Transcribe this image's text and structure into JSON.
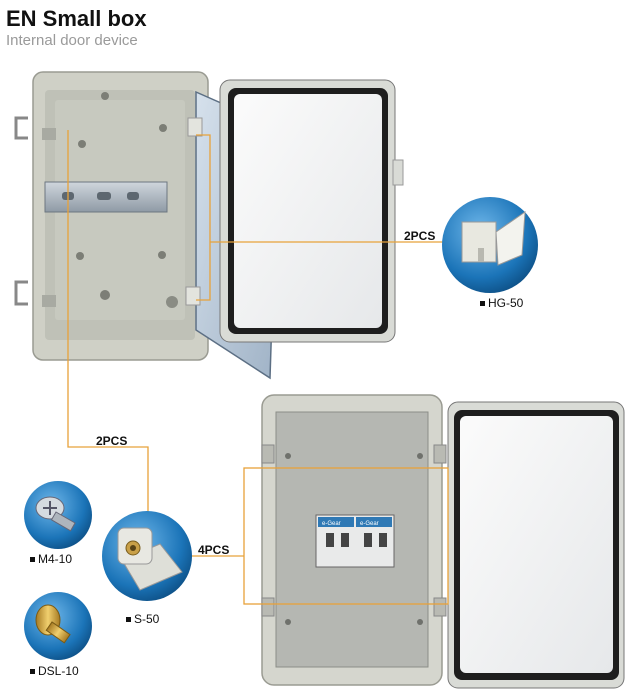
{
  "header": {
    "title": "EN Small box",
    "subtitle": "Internal door device"
  },
  "callouts": {
    "hinge_qty": "2PCS",
    "standoff_qty": "2PCS",
    "plate_qty": "4PCS"
  },
  "parts": {
    "hinge": "HG-50",
    "screw": "M4-10",
    "standoff": "S-50",
    "knob": "DSL-10"
  },
  "breaker": {
    "brand_left": "e-Gear",
    "brand_right": "e-Gear"
  },
  "colors": {
    "leader": "#e8a23a",
    "badge": "#1b74b8",
    "enclosure": "#d8d9d0"
  }
}
